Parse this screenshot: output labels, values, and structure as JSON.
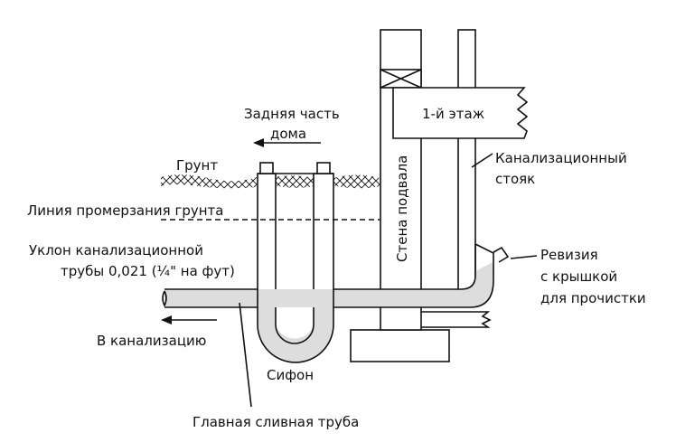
{
  "labels": {
    "back_of_house": [
      "Задняя часть",
      "дома"
    ],
    "first_floor": "1-й этаж",
    "ground": "Грунт",
    "frost_line": "Линия промерзания грунта",
    "slope": [
      "Уклон канализационной",
      "трубы 0,021 (¼\" на фут)"
    ],
    "to_sewer": "В канализацию",
    "trap": "Сифон",
    "main_drain": "Главная сливная труба",
    "basement_wall": "Стена подвала",
    "stack": [
      "Канализационный",
      "стояк"
    ],
    "cleanout": [
      "Ревизия",
      "с крышкой",
      "для прочистки"
    ]
  },
  "colors": {
    "water": "#dddddd",
    "line": "#111111"
  }
}
